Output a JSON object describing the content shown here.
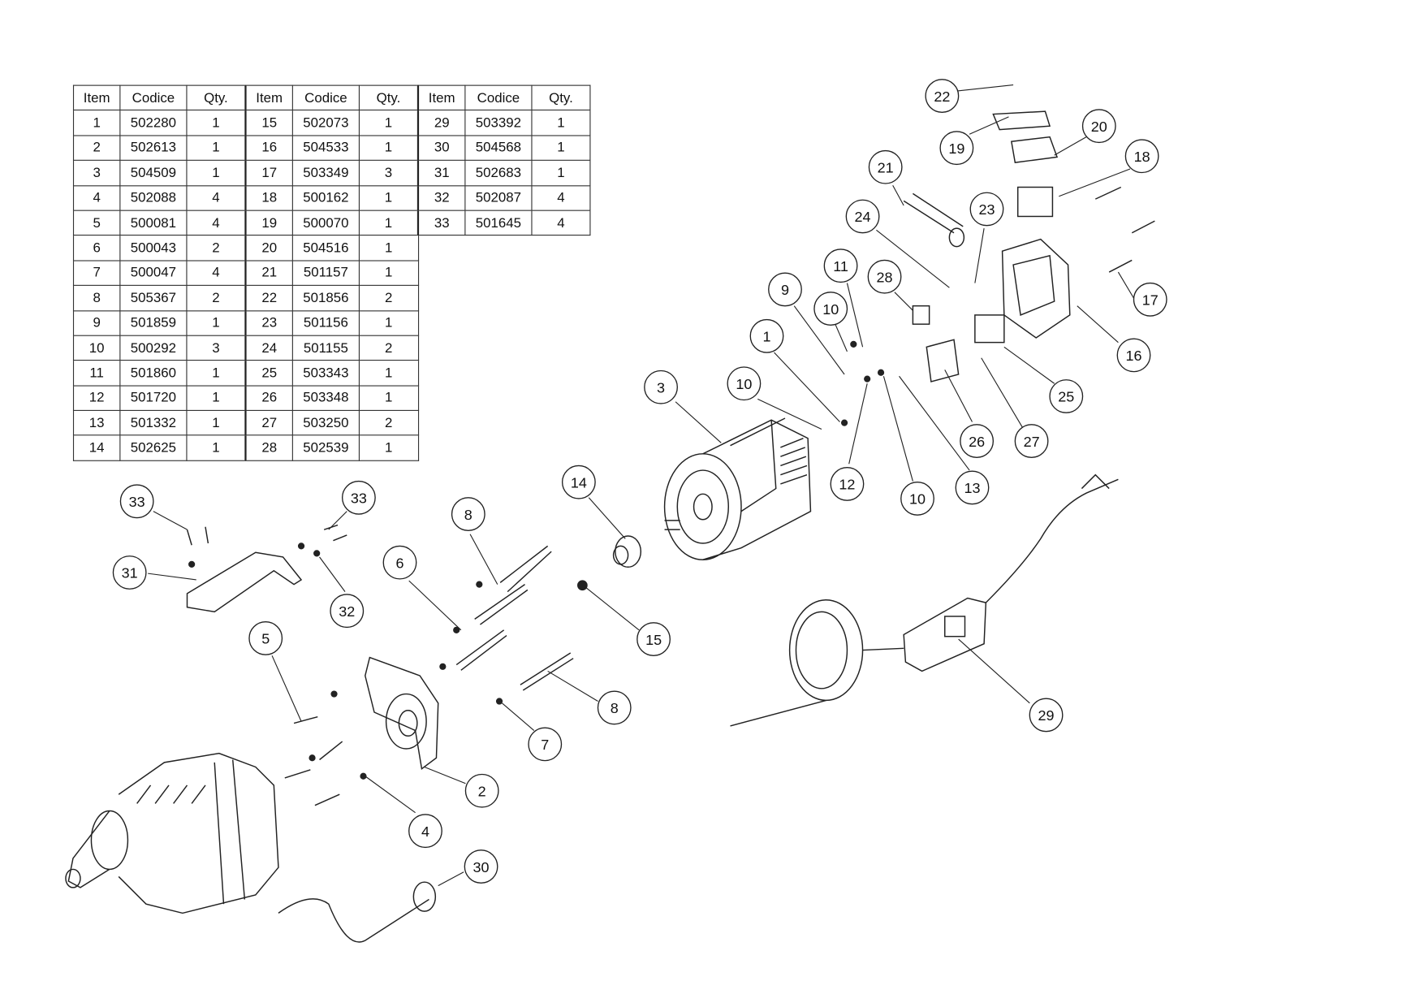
{
  "parts_table": {
    "headers": [
      "Item",
      "Codice",
      "Qty."
    ],
    "rows": [
      [
        "1",
        "502280",
        "1"
      ],
      [
        "2",
        "502613",
        "1"
      ],
      [
        "3",
        "504509",
        "1"
      ],
      [
        "4",
        "502088",
        "4"
      ],
      [
        "5",
        "500081",
        "4"
      ],
      [
        "6",
        "500043",
        "2"
      ],
      [
        "7",
        "500047",
        "4"
      ],
      [
        "8",
        "505367",
        "2"
      ],
      [
        "9",
        "501859",
        "1"
      ],
      [
        "10",
        "500292",
        "3"
      ],
      [
        "11",
        "501860",
        "1"
      ],
      [
        "12",
        "501720",
        "1"
      ],
      [
        "13",
        "501332",
        "1"
      ],
      [
        "14",
        "502625",
        "1"
      ],
      [
        "15",
        "502073",
        "1"
      ],
      [
        "16",
        "504533",
        "1"
      ],
      [
        "17",
        "503349",
        "3"
      ],
      [
        "18",
        "500162",
        "1"
      ],
      [
        "19",
        "500070",
        "1"
      ],
      [
        "20",
        "504516",
        "1"
      ],
      [
        "21",
        "501157",
        "1"
      ],
      [
        "22",
        "501856",
        "2"
      ],
      [
        "23",
        "501156",
        "1"
      ],
      [
        "24",
        "501155",
        "2"
      ],
      [
        "25",
        "503343",
        "1"
      ],
      [
        "26",
        "503348",
        "1"
      ],
      [
        "27",
        "503250",
        "2"
      ],
      [
        "28",
        "502539",
        "1"
      ],
      [
        "29",
        "503392",
        "1"
      ],
      [
        "30",
        "504568",
        "1"
      ],
      [
        "31",
        "502683",
        "1"
      ],
      [
        "32",
        "502087",
        "4"
      ],
      [
        "33",
        "501645",
        "4"
      ]
    ]
  },
  "balloons": [
    "22",
    "19",
    "20",
    "18",
    "21",
    "24",
    "23",
    "11",
    "28",
    "9",
    "10",
    "1",
    "17",
    "16",
    "25",
    "3",
    "10",
    "12",
    "10",
    "13",
    "26",
    "27",
    "14",
    "33",
    "33",
    "8",
    "6",
    "31",
    "32",
    "15",
    "5",
    "8",
    "7",
    "2",
    "4",
    "30",
    "29"
  ]
}
